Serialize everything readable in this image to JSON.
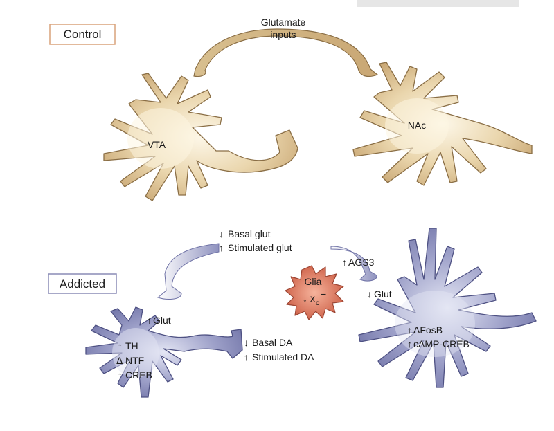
{
  "control": {
    "panel_label": "Control",
    "input_label_line1": "Glutamate",
    "input_label_line2": "inputs",
    "vta_label": "VTA",
    "nac_label": "NAc"
  },
  "addicted": {
    "panel_label": "Addicted",
    "glut_input_notes": [
      {
        "arrow": "↓",
        "text": "Basal glut"
      },
      {
        "arrow": "↑",
        "text": "Stimulated glut"
      }
    ],
    "ags3_note": {
      "arrow": "↑",
      "text": "AGS3"
    },
    "glia": {
      "line1": "Glia",
      "line2_arrow": "↓",
      "line2": "x",
      "line2_sub": "c",
      "line2_sup": "−"
    },
    "nac_glut_note": {
      "arrow": "↓",
      "text": "Glut"
    },
    "vta_glut_note": {
      "arrow": "↑",
      "text": "Glut"
    },
    "vta_notes": [
      {
        "arrow": "↑",
        "text": "TH"
      },
      {
        "arrow": "Δ",
        "text": "NTF"
      },
      {
        "arrow": "↑",
        "text": "CREB"
      }
    ],
    "da_notes": [
      {
        "arrow": "↓",
        "text": "Basal DA"
      },
      {
        "arrow": "↑",
        "text": "Stimulated DA"
      }
    ],
    "nac_notes": [
      {
        "arrow": "↑",
        "text": "ΔFosB"
      },
      {
        "arrow": "↑",
        "text": "cAMP-CREB"
      }
    ]
  },
  "colors": {
    "control_box_border": "#d9a27a",
    "addicted_box_border": "#8a8cb5",
    "control_neuron": "#e0c89a",
    "control_neuron_center": "#fbf4e2",
    "addicted_neuron": "#8f92bf",
    "addicted_neuron_center": "#d8dbee",
    "glia": "#d9735a",
    "glia_center": "#f0a58c"
  }
}
